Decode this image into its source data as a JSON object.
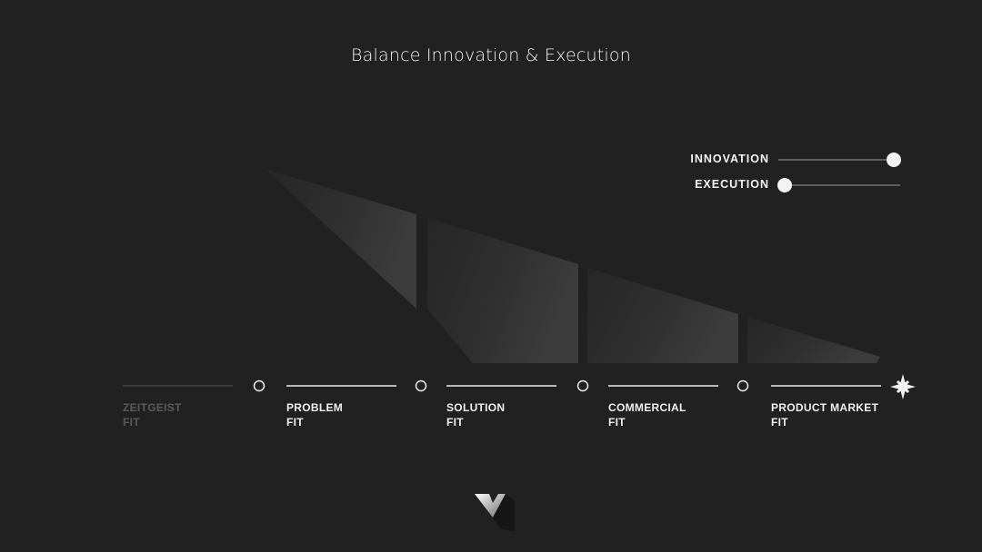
{
  "title": "Balance Innovation & Execution",
  "sliders": [
    {
      "label": "INNOVATION",
      "value": 0.95
    },
    {
      "label": "EXECUTION",
      "value": 0.05
    }
  ],
  "stages": [
    {
      "label": "ZEITGEIST\nFIT",
      "active": false
    },
    {
      "label": "PROBLEM\nFIT",
      "active": true
    },
    {
      "label": "SOLUTION\nFIT",
      "active": true
    },
    {
      "label": "COMMERCIAL\nFIT",
      "active": true
    },
    {
      "label": "PRODUCT MARKET\nFIT",
      "active": true
    }
  ],
  "icons": {
    "milestone": "circle-node-icon",
    "goal": "star-goal-icon",
    "logo": "v-logo-icon"
  },
  "colors": {
    "background": "#212121",
    "foreground": "#f0f0f0",
    "dim": "#5a5a5a"
  }
}
